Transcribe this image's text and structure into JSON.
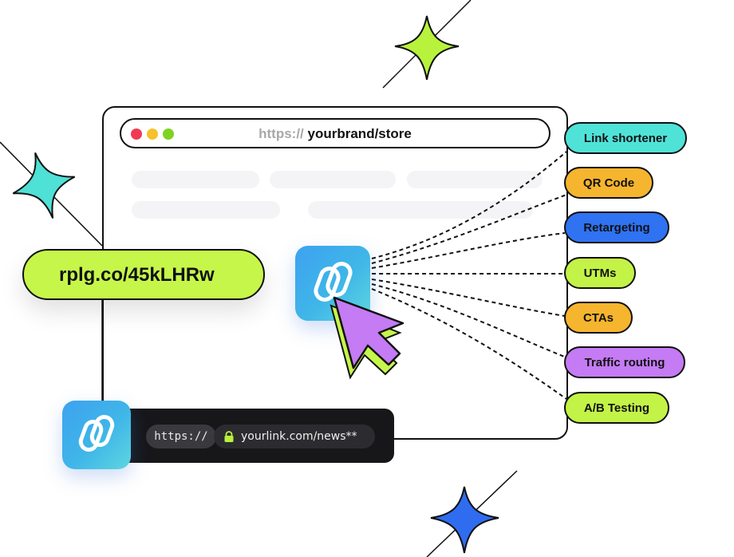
{
  "colors": {
    "sparkle_green": "#b8f23c",
    "sparkle_teal": "#4fe0d6",
    "sparkle_blue": "#2f6cf0",
    "dot_red": "#ef3a55",
    "dot_yellow": "#f6c12a",
    "dot_green": "#7ed321",
    "shortlink_bg": "#c6f64a",
    "cursor": "#c47bf3",
    "cursor_outline": "#c6f64a"
  },
  "browser": {
    "url_protocol": "https://",
    "url_host": "yourbrand/store"
  },
  "short_link": "rplg.co/45kLHRw",
  "bottom_bar": {
    "protocol": "https://",
    "link": "yourlink.com/news**"
  },
  "features": [
    {
      "label": "Link shortener",
      "color": "#4fe3d8"
    },
    {
      "label": "QR Code",
      "color": "#f6b52e"
    },
    {
      "label": "Retargeting",
      "color": "#2f72f2"
    },
    {
      "label": "UTMs",
      "color": "#c3f347"
    },
    {
      "label": "CTAs",
      "color": "#f6b52e"
    },
    {
      "label": "Traffic routing",
      "color": "#c47bf3"
    },
    {
      "label": "A/B Testing",
      "color": "#c3f347"
    }
  ],
  "icons": [
    "sparkle-icon",
    "chain-link-icon",
    "cursor-arrow-icon",
    "lock-icon"
  ]
}
